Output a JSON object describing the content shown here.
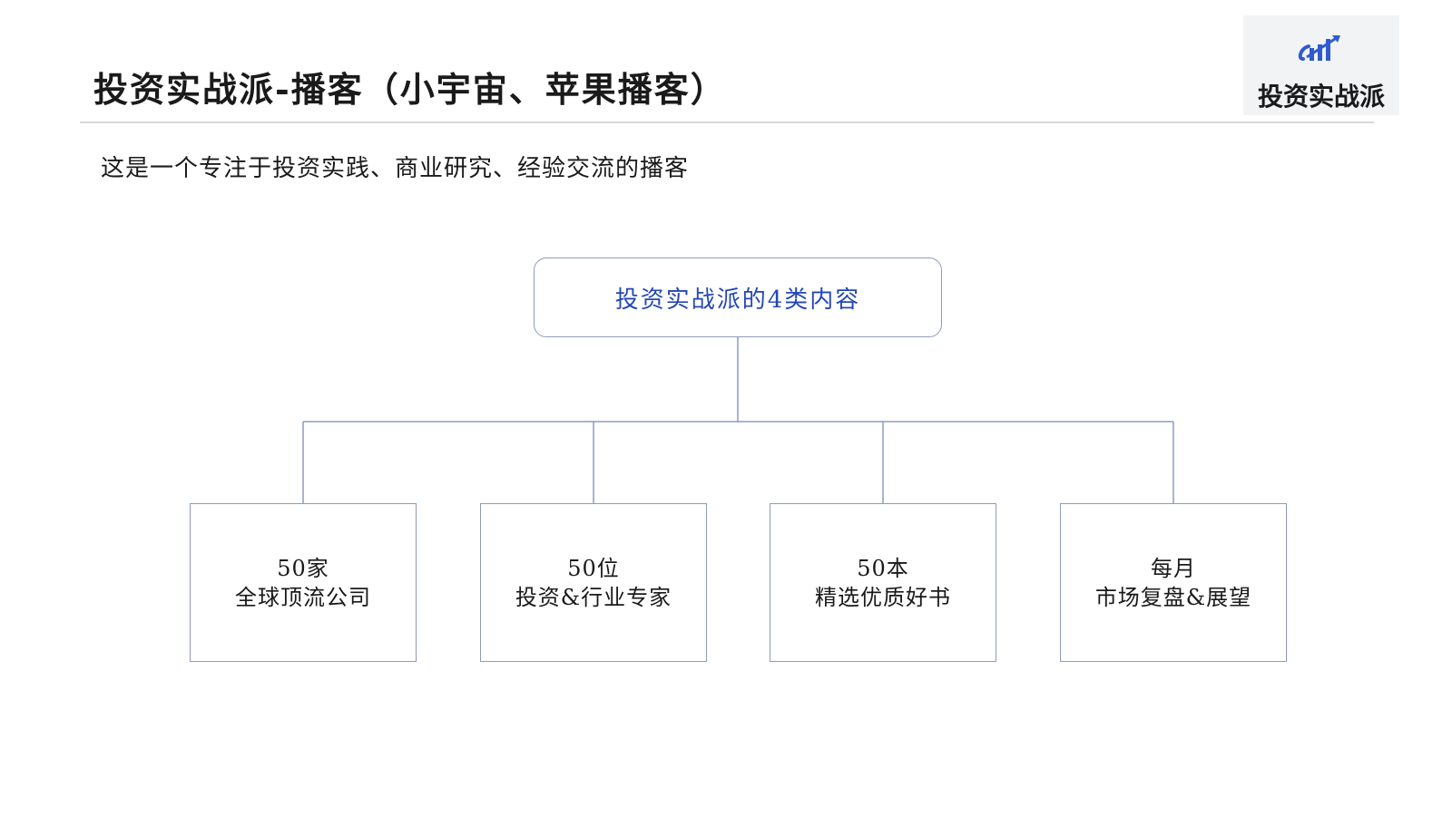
{
  "header": {
    "title": "投资实战派-播客（小宇宙、苹果播客）",
    "subtitle": "这是一个专注于投资实践、商业研究、经验交流的播客"
  },
  "logo": {
    "text": "投资实战派",
    "icon": "bar-chart-arrow-icon",
    "color": "#2f5bd0"
  },
  "diagram": {
    "root": {
      "label": "投资实战派的4类内容",
      "color": "#2447b5"
    },
    "children": [
      {
        "line1": "50家",
        "line2": "全球顶流公司"
      },
      {
        "line1": "50位",
        "line2": "投资&行业专家"
      },
      {
        "line1": "50本",
        "line2": "精选优质好书"
      },
      {
        "line1": "每月",
        "line2": "市场复盘&展望"
      }
    ],
    "border_color": "#8e9bc0"
  }
}
